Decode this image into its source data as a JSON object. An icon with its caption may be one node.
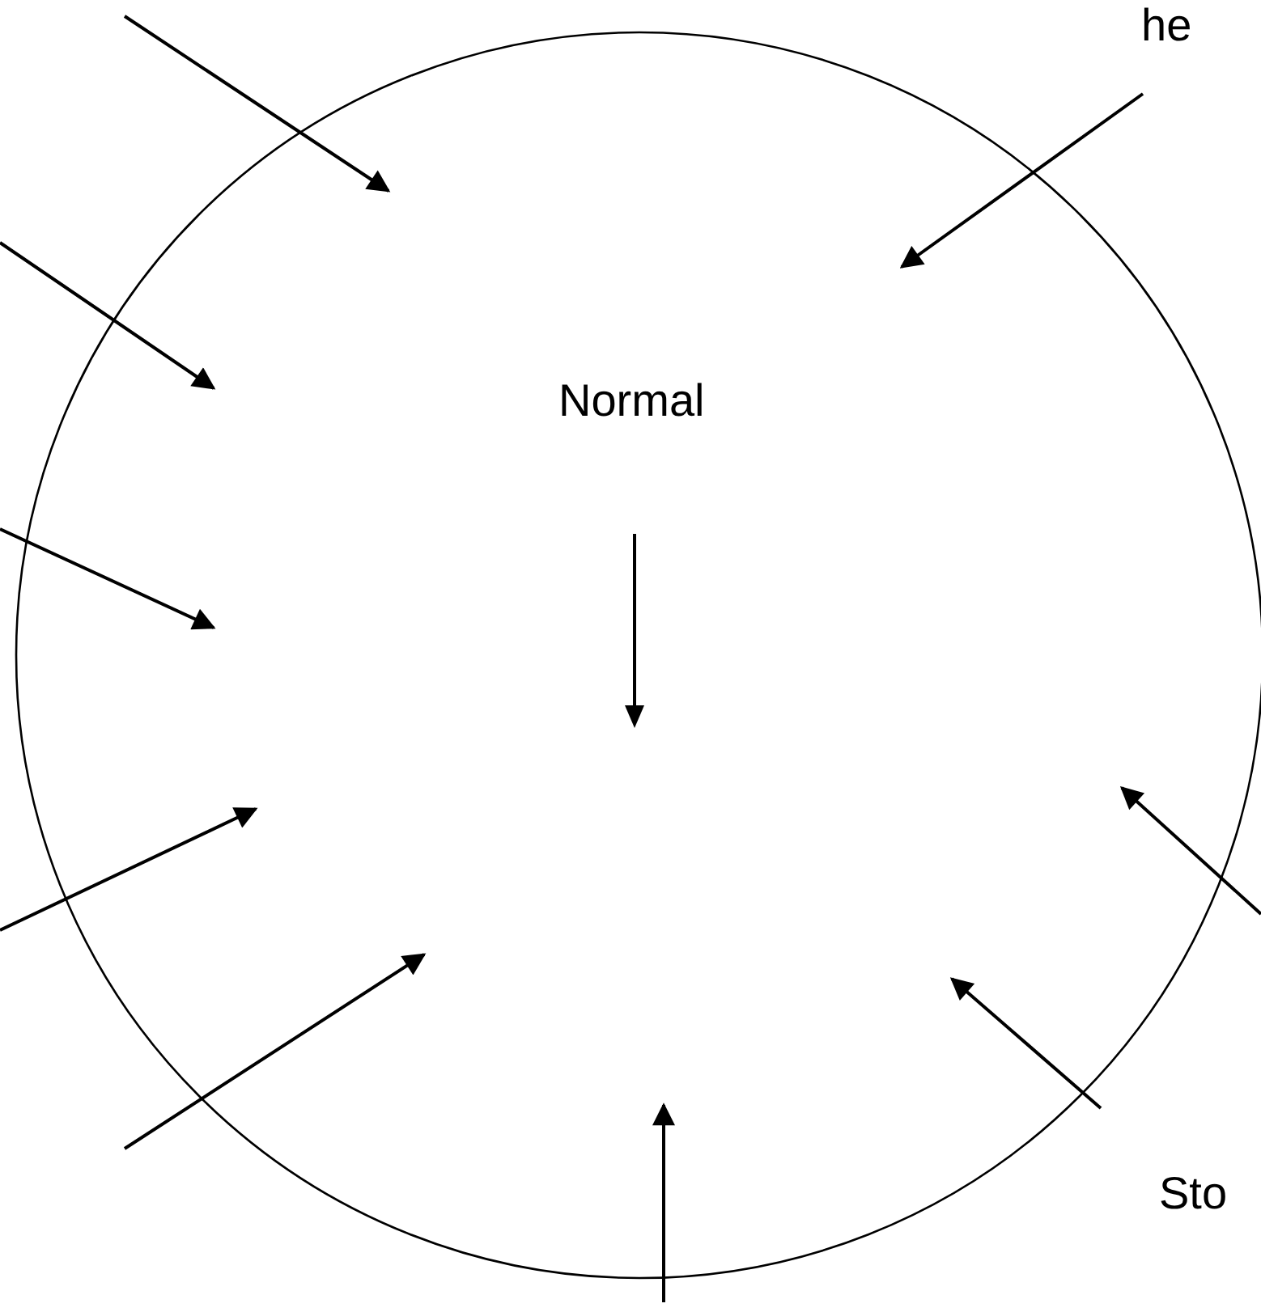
{
  "diagram": {
    "nodes": [
      {
        "text": [
          "Normal"
        ]
      }
    ],
    "labels": [
      "he",
      "Sto"
    ]
  }
}
